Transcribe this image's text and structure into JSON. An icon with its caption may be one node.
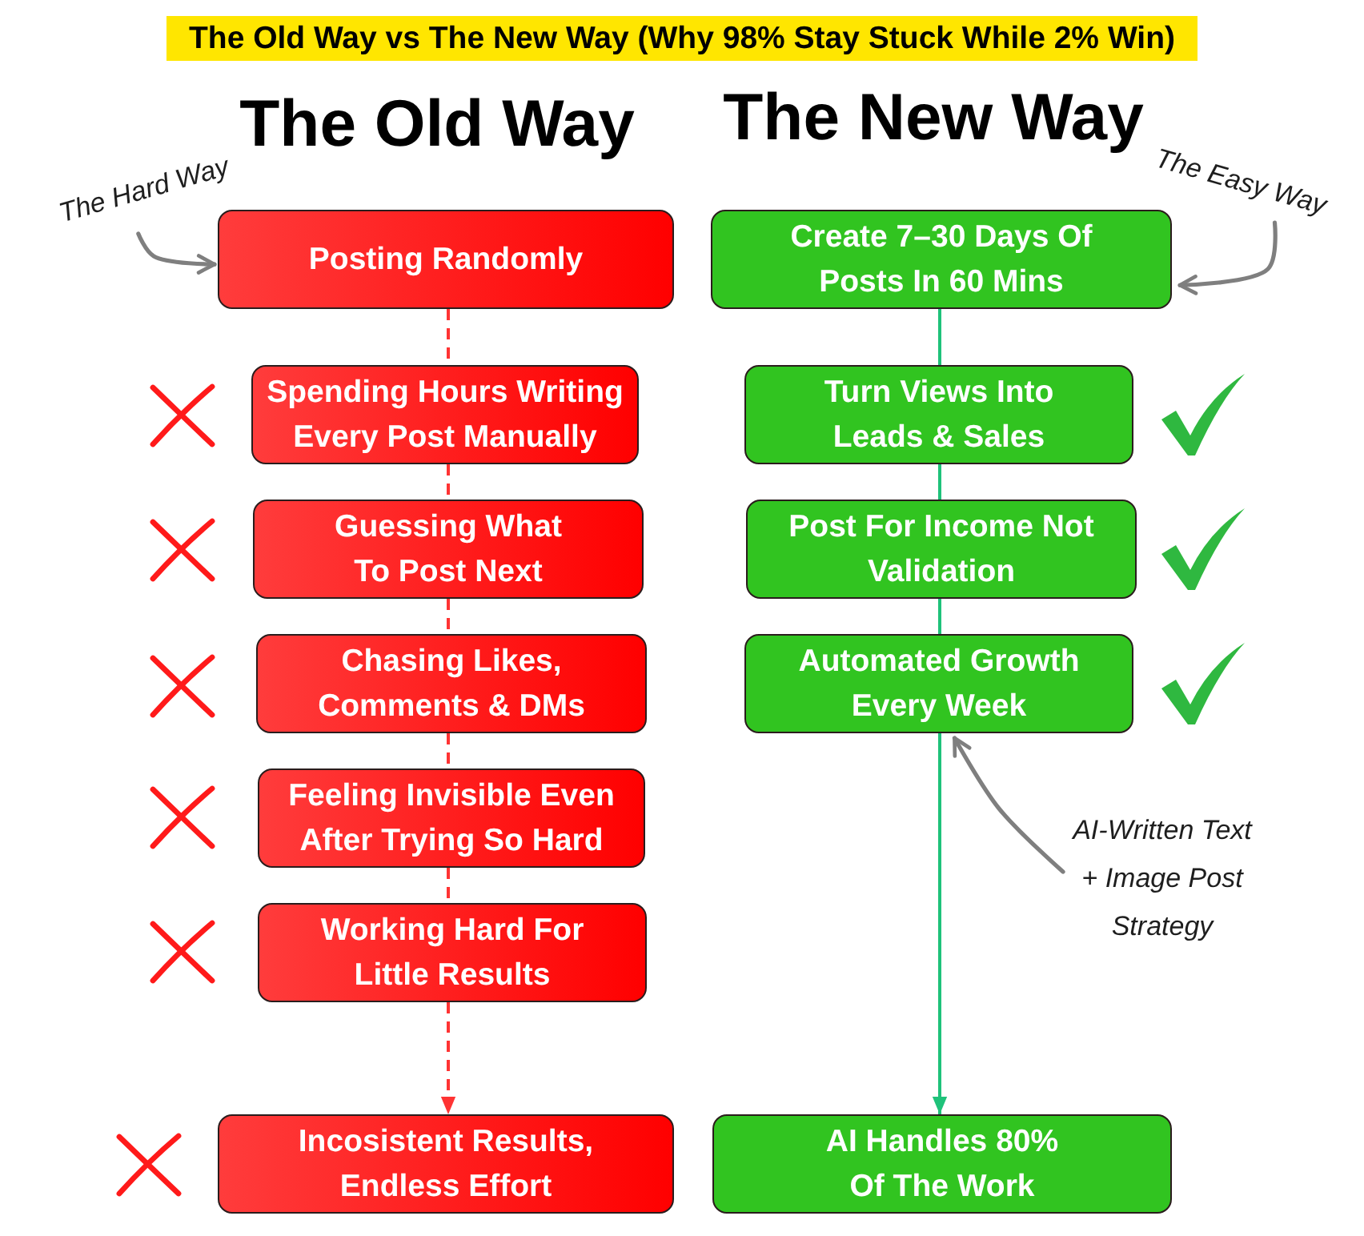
{
  "diagram": {
    "title": "The Old Way vs The New Way (Why 98% Stay Stuck While 2% Win)",
    "nodes": [
      {
        "text": [
          "The Hard Way"
        ]
      },
      {
        "text": [
          "Posting Randomly"
        ]
      },
      {
        "text": [
          "Create 7–30 Days Of Posts In 60 Mins"
        ]
      },
      {
        "text": [
          "The Easy Way"
        ]
      },
      {
        "text": [
          "Spending Hours Writing Every Post Manually"
        ]
      },
      {
        "text": [
          "Turn Views Into Leads & Sales"
        ]
      },
      {
        "text": [
          "Guessing What To Post Next"
        ]
      },
      {
        "text": [
          "Post For Income Not Validation"
        ]
      },
      {
        "text": [
          "Chasing Likes, Comments & DMs"
        ]
      },
      {
        "text": [
          "Automated Growth Every Week"
        ]
      },
      {
        "text": [
          "AI-Written Text + Image Post Strategy"
        ]
      },
      {
        "text": [
          "Feeling Invisible Even After Trying So Hard"
        ]
      },
      {
        "text": [
          "Working Hard For Little Results"
        ]
      },
      {
        "text": [
          "Incosistent Results, Endless Effort"
        ]
      },
      {
        "text": [
          "AI Handles 80% Of The Work"
        ]
      }
    ],
    "edges": [
      {
        "from": 0,
        "to": 1,
        "arrow": "to",
        "color": "#7f7f7f"
      },
      {
        "from": 3,
        "to": 2,
        "arrow": "to",
        "color": "#7f7f7f"
      },
      {
        "from": 1,
        "to": 4,
        "arrow": "none",
        "style": "dashed"
      },
      {
        "from": 4,
        "to": 6,
        "arrow": "none",
        "style": "dashed"
      },
      {
        "from": 6,
        "to": 8,
        "arrow": "none",
        "style": "dashed"
      },
      {
        "from": 8,
        "to": 11,
        "arrow": "none",
        "style": "dashed"
      },
      {
        "from": 11,
        "to": 12,
        "arrow": "none",
        "style": "dashed"
      },
      {
        "from": 12,
        "to": 13,
        "arrow": "to",
        "style": "dashed"
      },
      {
        "from": 2,
        "to": 5,
        "arrow": "none",
        "color": "#1fc27a"
      },
      {
        "from": 5,
        "to": 7,
        "arrow": "none",
        "color": "#1fc27a"
      },
      {
        "from": 7,
        "to": 9,
        "arrow": "none",
        "color": "#1fc27a"
      },
      {
        "from": 9,
        "to": 14,
        "arrow": "to",
        "color": "#1fc27a"
      },
      {
        "from": 10,
        "to": 9,
        "arrow": "to",
        "color": "#7f7f7f"
      }
    ],
    "labels": [
      "The Old Way",
      "The New Way"
    ]
  }
}
